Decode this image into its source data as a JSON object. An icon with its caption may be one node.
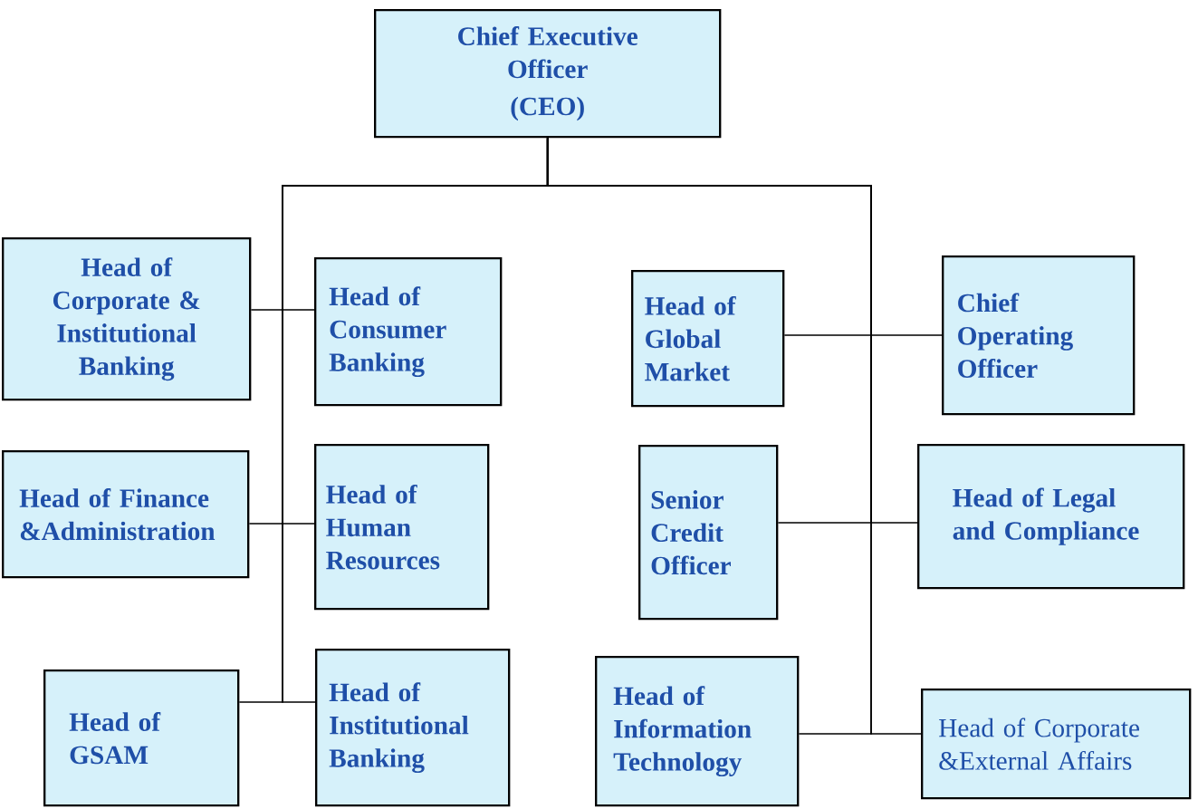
{
  "diagram": {
    "nodes": [
      {
        "text": [
          "Chief Executive Officer",
          "(CEO)"
        ]
      },
      {
        "text": [
          "Head of Corporate & Institutional Banking"
        ]
      },
      {
        "text": [
          "Head of Consumer Banking"
        ]
      },
      {
        "text": [
          "Head of Global Market"
        ]
      },
      {
        "text": [
          "Chief Operating Officer"
        ]
      },
      {
        "text": [
          "Head of Finance &Administration"
        ]
      },
      {
        "text": [
          "Head of Human Resources"
        ]
      },
      {
        "text": [
          "Senior Credit Officer"
        ]
      },
      {
        "text": [
          "Head of Legal and Compliance"
        ]
      },
      {
        "text": [
          "Head of GSAM"
        ]
      },
      {
        "text": [
          "Head of Institutional Banking"
        ]
      },
      {
        "text": [
          "Head of Information Technology"
        ]
      },
      {
        "text": [
          "Head of Corporate &External Affairs"
        ]
      }
    ],
    "edges": [
      {
        "from": 0,
        "to": 1,
        "arrow": "none"
      },
      {
        "from": 0,
        "to": 2,
        "arrow": "none"
      },
      {
        "from": 0,
        "to": 3,
        "arrow": "none"
      },
      {
        "from": 0,
        "to": 4,
        "arrow": "none"
      },
      {
        "from": 0,
        "to": 5,
        "arrow": "none"
      },
      {
        "from": 0,
        "to": 6,
        "arrow": "none"
      },
      {
        "from": 0,
        "to": 7,
        "arrow": "none"
      },
      {
        "from": 0,
        "to": 8,
        "arrow": "none"
      },
      {
        "from": 0,
        "to": 9,
        "arrow": "none"
      },
      {
        "from": 0,
        "to": 10,
        "arrow": "none"
      },
      {
        "from": 0,
        "to": 11,
        "arrow": "none"
      },
      {
        "from": 0,
        "to": 12,
        "arrow": "none"
      }
    ]
  }
}
